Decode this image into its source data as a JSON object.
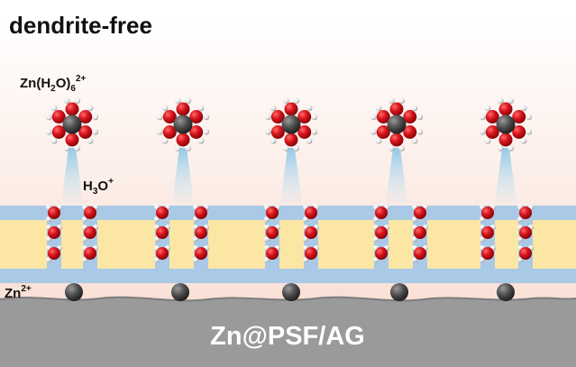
{
  "title": "dendrite-free",
  "labels": {
    "hydrated_ion_main": "Zn(H",
    "hydrated_ion_sub1": "2",
    "hydrated_ion_mid": "O)",
    "hydrated_ion_sub2": "6",
    "hydrated_ion_sup": "2+",
    "hydronium_main": "H",
    "hydronium_sub": "3",
    "hydronium_end": "O",
    "hydronium_sup": "+",
    "zinc_ion_main": "Zn",
    "zinc_ion_sup": "2+",
    "substrate": "Zn@PSF/AG"
  },
  "colors": {
    "background_top": "#ffffff",
    "background_bottom": "#f9d9cc",
    "membrane_blue": "#a9c9e6",
    "membrane_yellow": "#fbe6a4",
    "oxygen_red": "#d8141c",
    "hydrogen_white": "#f1f1f1",
    "zinc_gray": "#3a3a3a",
    "substrate_gray": "#9a9a9a",
    "substrate_text": "#ffffff"
  },
  "diagram": {
    "hydrated_ion_count": 5,
    "channel_count": 5,
    "deposited_zinc_count": 5
  }
}
